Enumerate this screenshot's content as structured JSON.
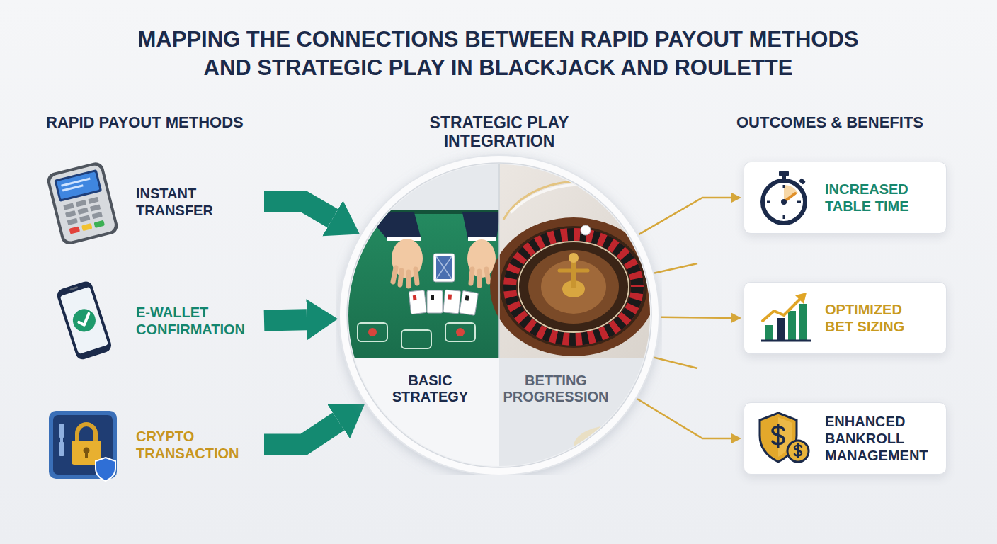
{
  "diagram": {
    "title": "MAPPING THE CONNECTIONS BETWEEN RAPID PAYOUT METHODS AND STRATEGIC PLAY IN BLACKJACK AND ROULETTE",
    "nodes": [
      {
        "text": [
          "INSTANT TRANSFER"
        ]
      },
      {
        "text": [
          "E-WALLET CONFIRMATION"
        ]
      },
      {
        "text": [
          "CRYPTO TRANSACTION"
        ]
      },
      {
        "text": [
          "STRATEGIC PLAY INTEGRATION"
        ]
      },
      {
        "text": [
          "BASIC STRATEGY"
        ],
        "in": 3
      },
      {
        "text": [
          "BETTING PROGRESSION"
        ],
        "in": 3
      },
      {
        "text": [
          "INCREASED TABLE TIME"
        ]
      },
      {
        "text": [
          "OPTIMIZED BET SIZING"
        ]
      },
      {
        "text": [
          "ENHANCED BANKROLL MANAGEMENT"
        ]
      }
    ],
    "edges": [
      {
        "from": 0,
        "to": 3,
        "arrow": "to"
      },
      {
        "from": 1,
        "to": 3,
        "arrow": "to"
      },
      {
        "from": 2,
        "to": 3,
        "arrow": "to"
      },
      {
        "from": 3,
        "to": 6,
        "arrow": "to"
      },
      {
        "from": 3,
        "to": 7,
        "arrow": "to"
      },
      {
        "from": 3,
        "to": 8,
        "arrow": "to"
      }
    ],
    "labels": [
      "RAPID PAYOUT METHODS",
      "OUTCOMES & BENEFITS"
    ]
  }
}
